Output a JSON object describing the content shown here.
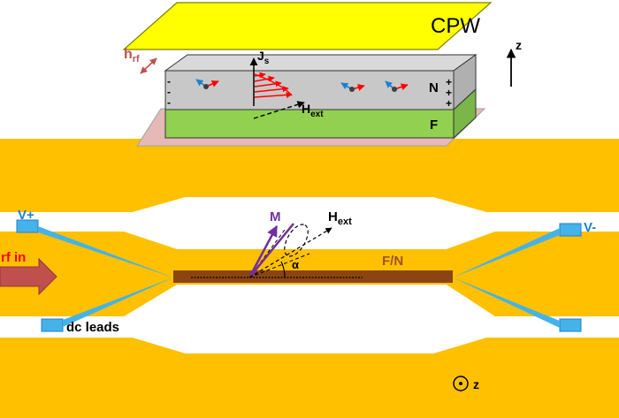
{
  "labels": {
    "cpw": "CPW",
    "h_rf_main": "h",
    "h_rf_sub": "rf",
    "js_main": "J",
    "js_sub": "s",
    "n_layer": "N",
    "f_layer": "F",
    "hext_top_main": "H",
    "hext_top_sub": "ext",
    "z_top": "z",
    "v_plus": "V+",
    "v_minus": "V-",
    "rf_in": "rf in",
    "dc_leads": "dc leads",
    "m": "M",
    "hext_main": "H",
    "hext_sub": "ext",
    "alpha": "α",
    "fn": "F/N",
    "z_bottom": "z"
  },
  "colors": {
    "cpw": "#ffff00",
    "gold": "#ffc000",
    "n_layer": "#d9d9d9",
    "f_layer": "#92d050",
    "substrate": "#e6b8b7",
    "lead": "#45b3e7",
    "strip": "#8b4513",
    "rf_arrow": "#c0504d",
    "m_vector": "#7030a0",
    "red_text": "#ff0000",
    "fn_text": "#a0522d",
    "v_text": "#1f7fd1"
  }
}
